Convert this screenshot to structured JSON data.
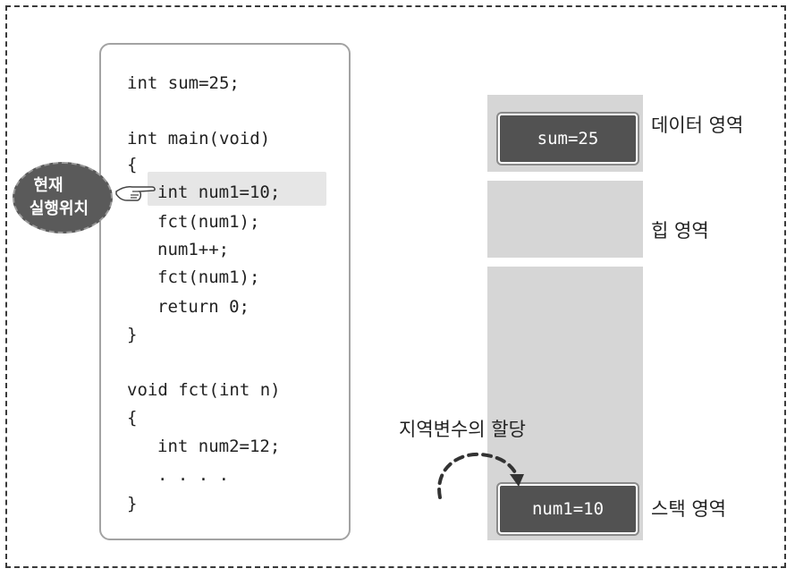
{
  "code": {
    "lines": [
      "int sum=25;",
      "int main(void)",
      "{",
      "int num1=10;",
      "fct(num1);",
      "num1++;",
      "fct(num1);",
      "return 0;",
      "}",
      "void fct(int n)",
      "{",
      "int num2=12;",
      ". . . .",
      "}"
    ]
  },
  "pointer": {
    "line1": "현재",
    "line2": "실행위치",
    "hand_icon": "pointing-hand-icon"
  },
  "memory": {
    "data_cell": "sum=25",
    "data_label": "데이터 영역",
    "heap_label": "힙 영역",
    "stack_cell": "num1=10",
    "stack_label": "스택 영역",
    "alloc_label": "지역변수의 할당"
  },
  "colors": {
    "memory_block": "#d6d6d6",
    "cell": "#525252",
    "bubble": "#5a5a5a",
    "highlight": "#e6e6e6"
  }
}
